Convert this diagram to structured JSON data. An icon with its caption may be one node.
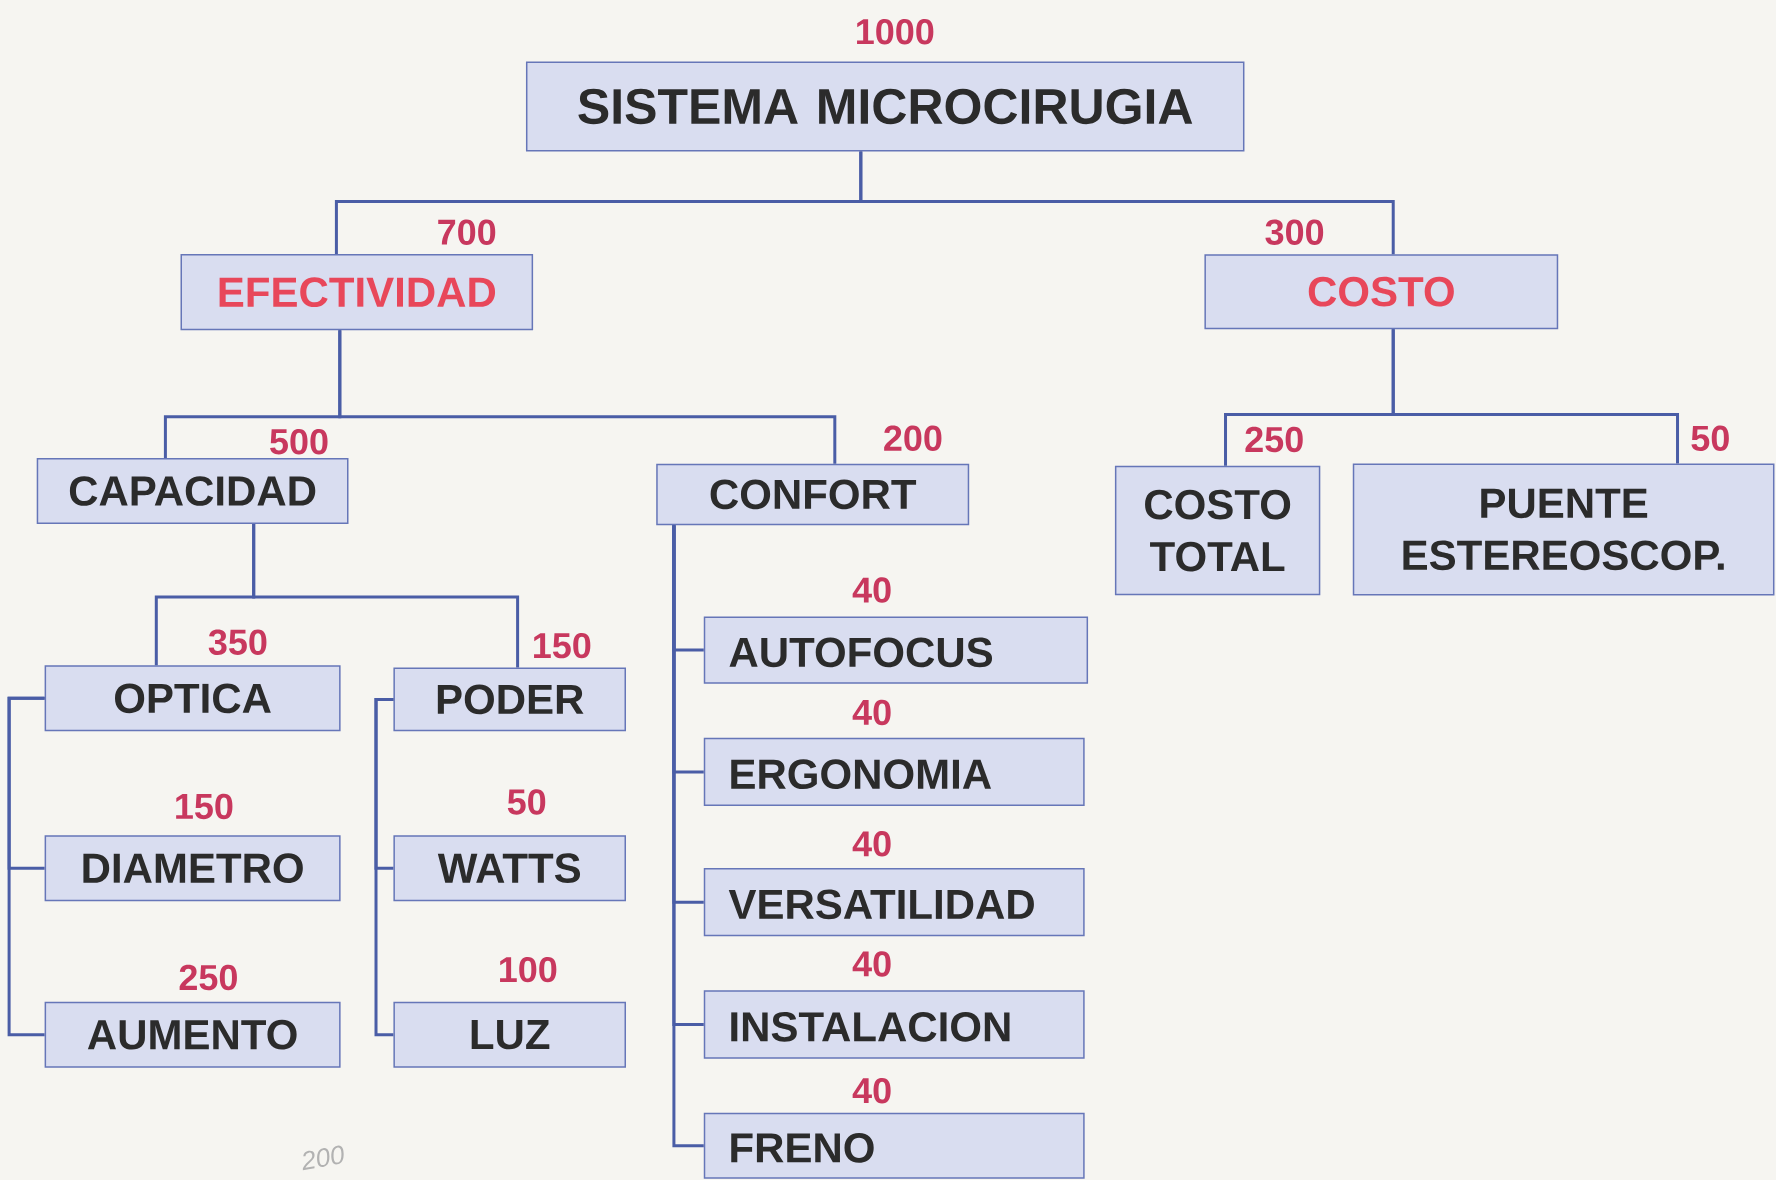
{
  "diagram": {
    "nodes": [
      {
        "text": [
          "SISTEMA MICROCIRUGIA"
        ],
        "beside": [
          "1000"
        ]
      },
      {
        "text": [
          "EFECTIVIDAD"
        ],
        "beside": [
          "700"
        ]
      },
      {
        "text": [
          "COSTO"
        ],
        "beside": [
          "300"
        ]
      },
      {
        "text": [
          "CAPACIDAD"
        ],
        "beside": [
          "500"
        ]
      },
      {
        "text": [
          "CONFORT"
        ],
        "beside": [
          "200"
        ]
      },
      {
        "text": [
          "COSTO TOTAL"
        ],
        "beside": [
          "250"
        ]
      },
      {
        "text": [
          "PUENTE ESTEREOSCOP."
        ],
        "beside": [
          "50"
        ]
      },
      {
        "text": [
          "OPTICA"
        ],
        "beside": [
          "350"
        ]
      },
      {
        "text": [
          "PODER"
        ],
        "beside": [
          "150"
        ]
      },
      {
        "text": [
          "DIAMETRO"
        ],
        "beside": [
          "150"
        ]
      },
      {
        "text": [
          "AUMENTO"
        ],
        "beside": [
          "250"
        ]
      },
      {
        "text": [
          "WATTS"
        ],
        "beside": [
          "50"
        ]
      },
      {
        "text": [
          "LUZ"
        ],
        "beside": [
          "100"
        ]
      },
      {
        "text": [
          "AUTOFOCUS"
        ],
        "beside": [
          "40"
        ]
      },
      {
        "text": [
          "ERGONOMIA"
        ],
        "beside": [
          "40"
        ]
      },
      {
        "text": [
          "VERSATILIDAD"
        ],
        "beside": [
          "40"
        ]
      },
      {
        "text": [
          "INSTALACION"
        ],
        "beside": [
          "40"
        ]
      },
      {
        "text": [
          "FRENO"
        ],
        "beside": [
          "40"
        ]
      }
    ],
    "edges": [
      {
        "from": 0,
        "to": 1,
        "arrow": "none"
      },
      {
        "from": 0,
        "to": 2,
        "arrow": "none"
      },
      {
        "from": 1,
        "to": 3,
        "arrow": "none"
      },
      {
        "from": 1,
        "to": 4,
        "arrow": "none"
      },
      {
        "from": 2,
        "to": 5,
        "arrow": "none"
      },
      {
        "from": 2,
        "to": 6,
        "arrow": "none"
      },
      {
        "from": 3,
        "to": 7,
        "arrow": "none"
      },
      {
        "from": 3,
        "to": 8,
        "arrow": "none"
      },
      {
        "from": 7,
        "to": 9,
        "arrow": "none"
      },
      {
        "from": 7,
        "to": 10,
        "arrow": "none"
      },
      {
        "from": 8,
        "to": 11,
        "arrow": "none"
      },
      {
        "from": 8,
        "to": 12,
        "arrow": "none"
      },
      {
        "from": 4,
        "to": 13,
        "arrow": "none"
      },
      {
        "from": 4,
        "to": 14,
        "arrow": "none"
      },
      {
        "from": 4,
        "to": 15,
        "arrow": "none"
      },
      {
        "from": 4,
        "to": 16,
        "arrow": "none"
      },
      {
        "from": 4,
        "to": 17,
        "arrow": "none"
      }
    ],
    "labels": [
      "200"
    ]
  }
}
